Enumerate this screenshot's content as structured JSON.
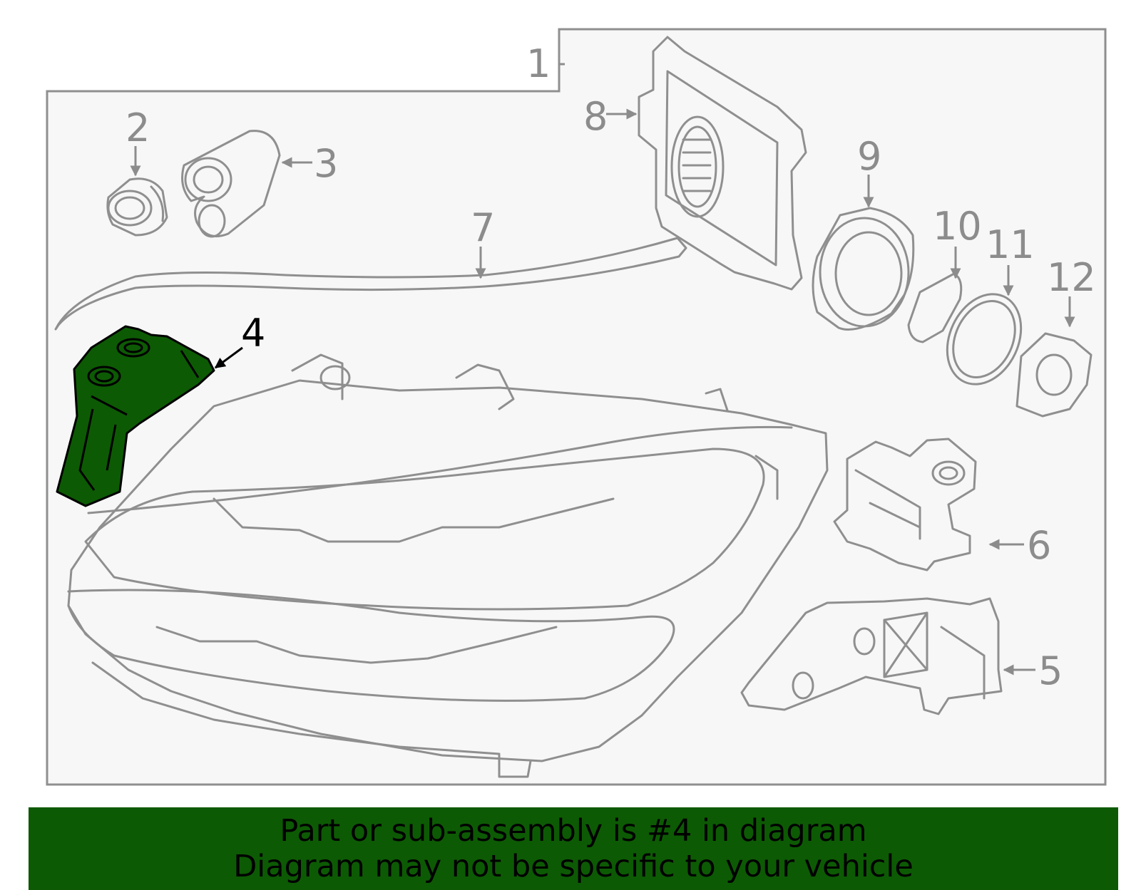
{
  "diagram": {
    "highlight_color": "#0d5a04",
    "line_color": "#8f8f8f",
    "highlighted_part": "4",
    "callouts": [
      {
        "id": "c1",
        "label": "1"
      },
      {
        "id": "c2",
        "label": "2"
      },
      {
        "id": "c3",
        "label": "3"
      },
      {
        "id": "c4",
        "label": "4"
      },
      {
        "id": "c5",
        "label": "5"
      },
      {
        "id": "c6",
        "label": "6"
      },
      {
        "id": "c7",
        "label": "7"
      },
      {
        "id": "c8",
        "label": "8"
      },
      {
        "id": "c9",
        "label": "9"
      },
      {
        "id": "c10",
        "label": "10"
      },
      {
        "id": "c11",
        "label": "11"
      },
      {
        "id": "c12",
        "label": "12"
      }
    ]
  },
  "caption": {
    "line1": "Part or sub-assembly is #4 in diagram",
    "line2": "Diagram may not be specific to your vehicle"
  }
}
